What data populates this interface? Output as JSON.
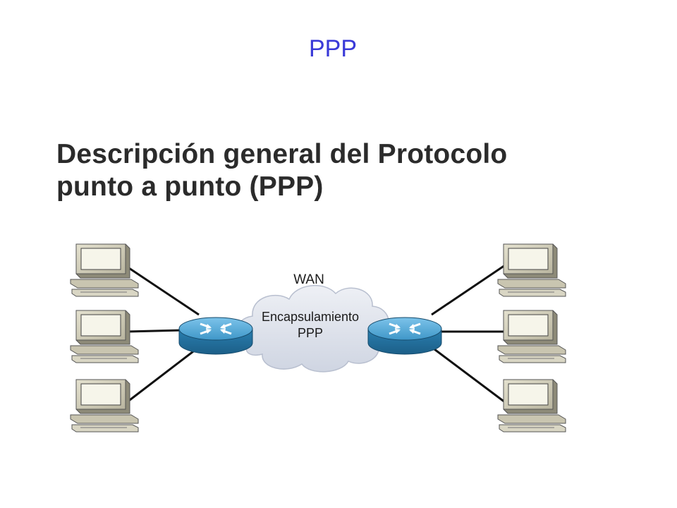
{
  "slide": {
    "title": "PPP"
  },
  "heading": {
    "line1": "Descripción general del Protocolo",
    "line2": "punto a punto (PPP)"
  },
  "diagram": {
    "cloud_label": "WAN",
    "cloud_text_line1": "Encapsulamiento",
    "cloud_text_line2": "PPP"
  },
  "colors": {
    "title": "#3a3ad8",
    "router": "#2f86b4",
    "router_top": "#62b2de",
    "pc_body": "#d9d6c4",
    "pc_screen": "#f6f5ea",
    "cloud": "#dfe3ec"
  }
}
